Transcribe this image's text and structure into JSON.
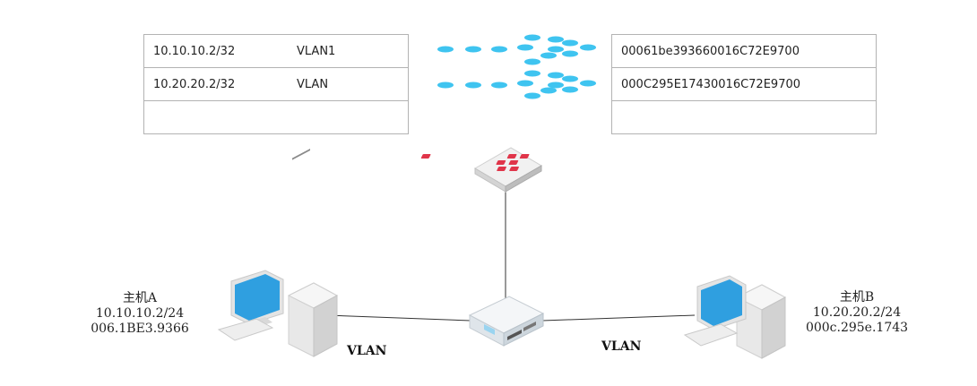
{
  "ip_table": {
    "rows": [
      {
        "ip": "10.10.10.2/32",
        "vlan": "VLAN1"
      },
      {
        "ip": "10.20.20.2/32",
        "vlan": "VLAN"
      },
      {
        "ip": "",
        "vlan": ""
      }
    ]
  },
  "mac_table": {
    "rows": [
      {
        "mac": "00061be393660016C72E9700"
      },
      {
        "mac": "000C295E17430016C72E9700"
      },
      {
        "mac": ""
      }
    ]
  },
  "host_a": {
    "name": "主机A",
    "ip": "10.10.10.2/24",
    "mac": "006.1BE3.9366"
  },
  "host_b": {
    "name": "主机B",
    "ip": "10.20.20.2/24",
    "mac": "000c.295e.1743"
  },
  "links": {
    "left_vlan": "VLAN",
    "right_vlan": "VLAN"
  },
  "colors": {
    "dots": "#3fc4f0",
    "firewall_logo": "#e0354a",
    "line": "#333333",
    "monitor_screen": "#2f9fe0"
  },
  "icons": {
    "firewall": "fortinet-firewall-icon",
    "switch": "switch-icon",
    "host": "desktop-pc-icon",
    "flow": "data-flow-icon"
  }
}
